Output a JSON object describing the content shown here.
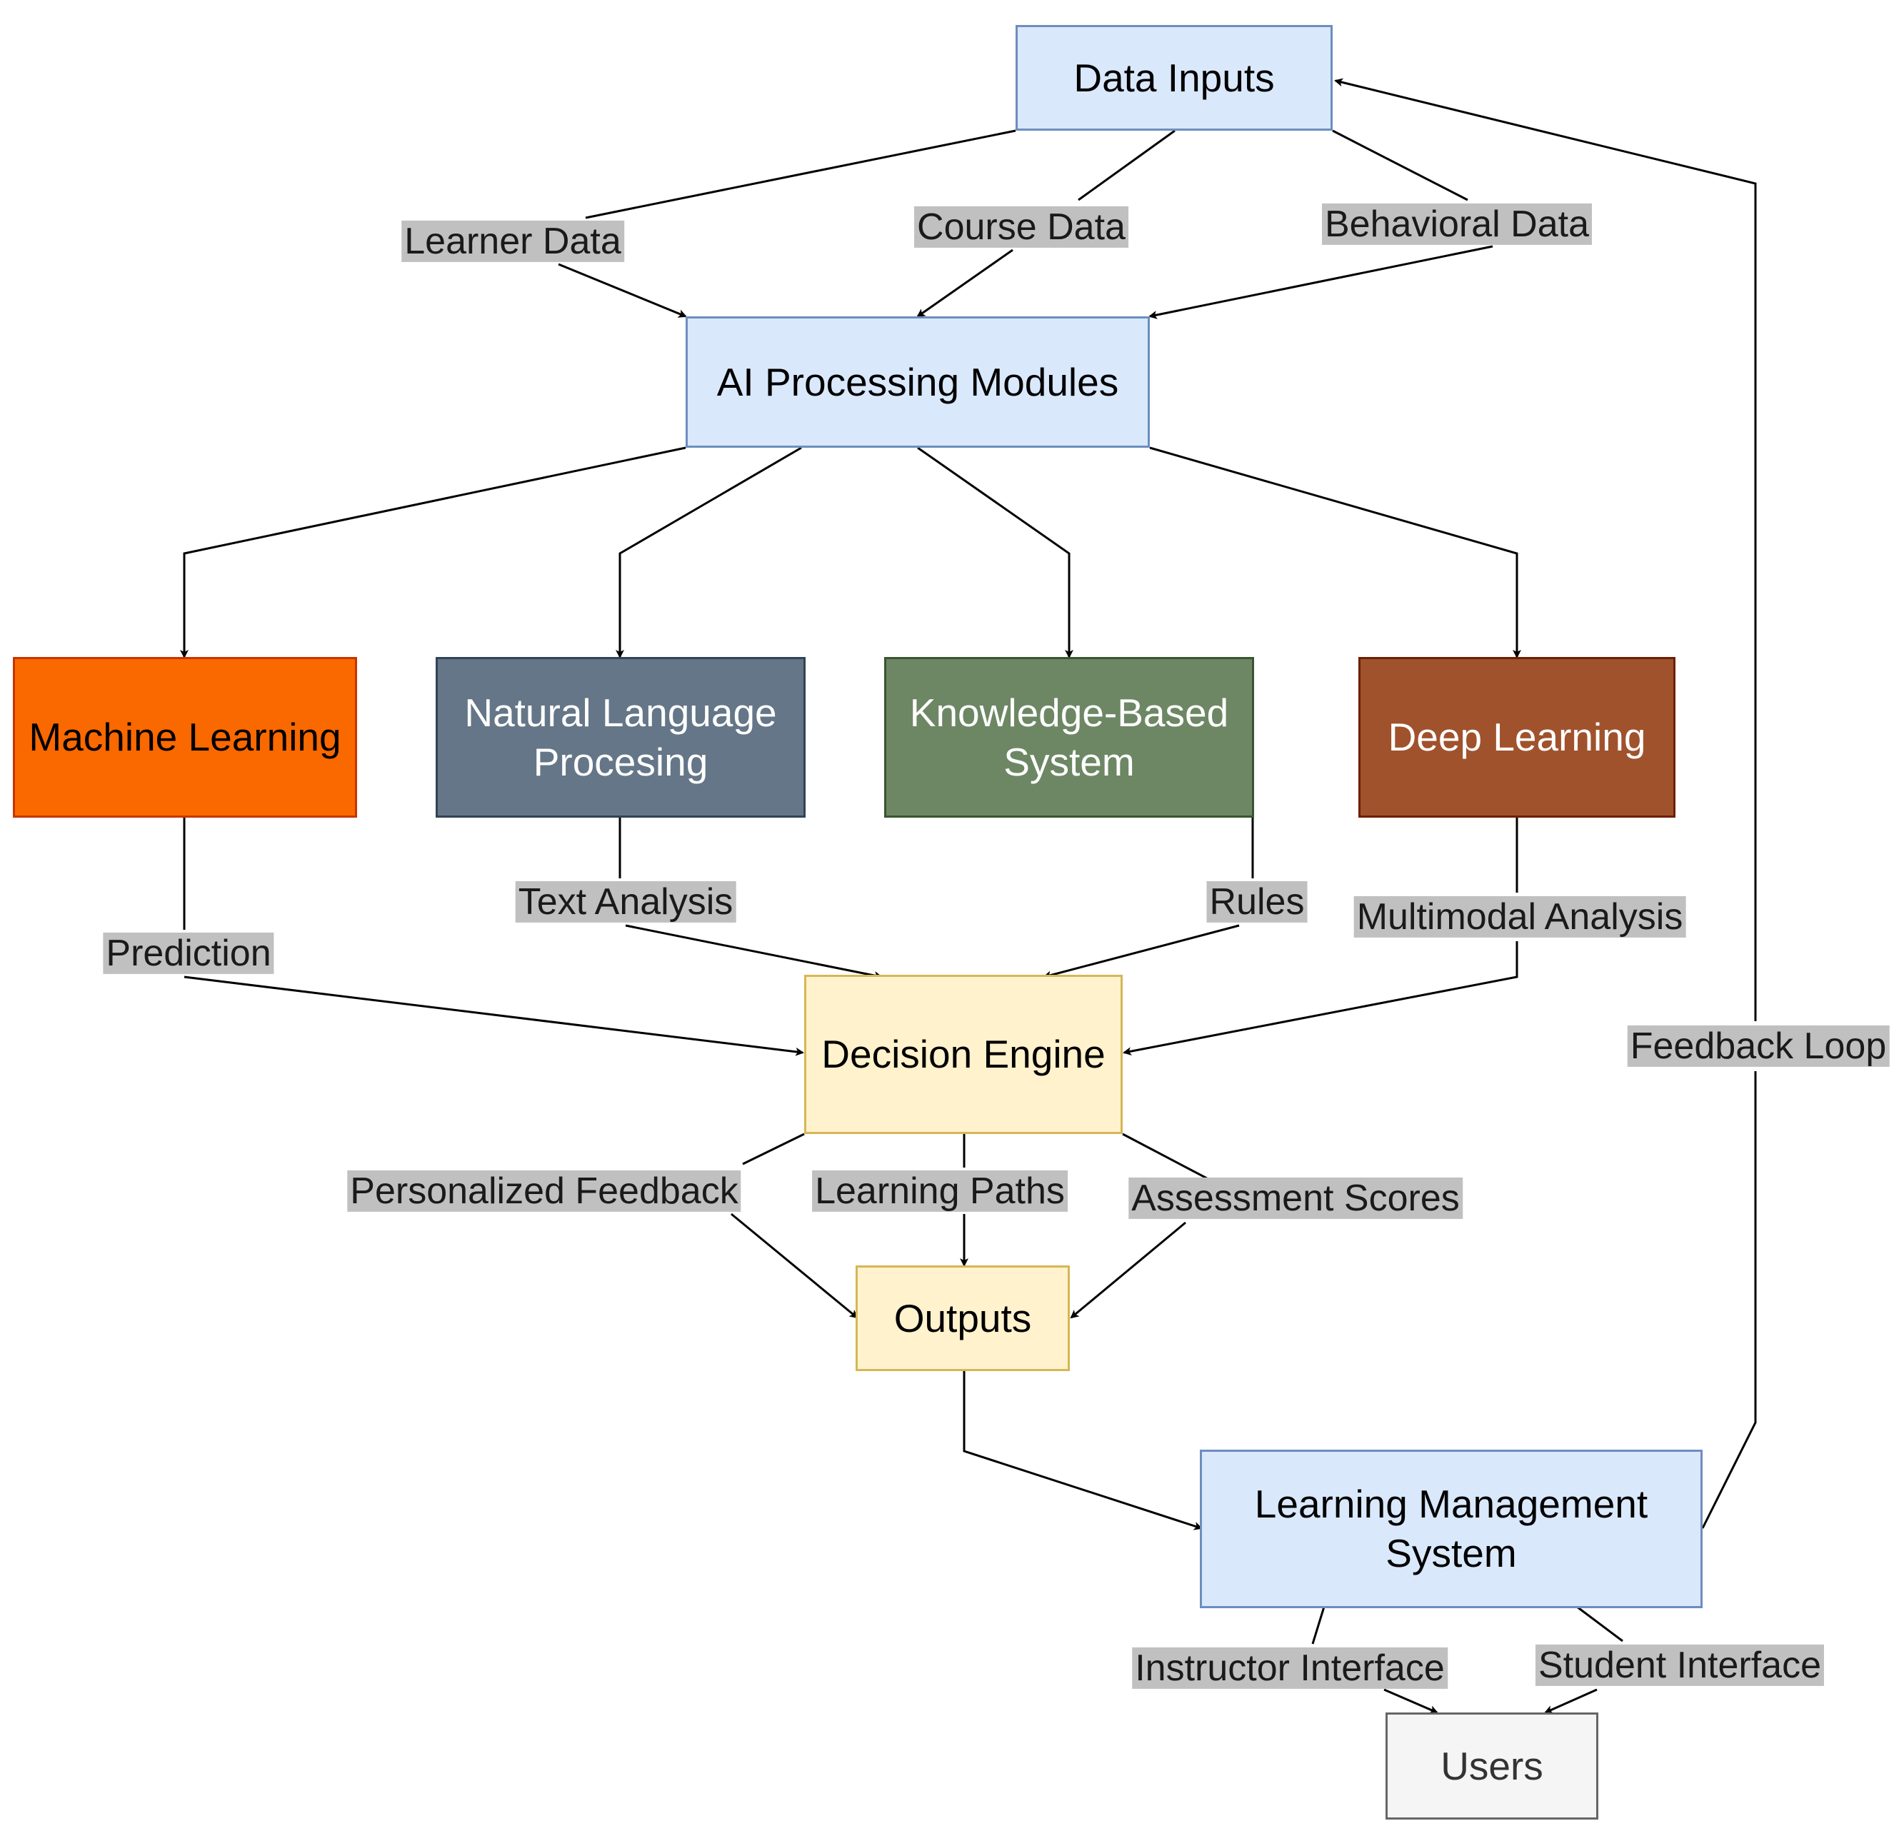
{
  "nodes": {
    "data_inputs": "Data Inputs",
    "ai_processing": "AI Processing Modules",
    "machine_learning": "Machine Learning",
    "nlp": "Natural Language\nProcesing",
    "knowledge_based": "Knowledge-Based\nSystem",
    "deep_learning": "Deep Learning",
    "decision_engine": "Decision Engine",
    "outputs": "Outputs",
    "lms": "Learning Management\nSystem",
    "users": "Users"
  },
  "edges": {
    "learner_data": "Learner Data",
    "course_data": "Course Data",
    "behavioral_data": "Behavioral Data",
    "prediction": "Prediction",
    "text_analysis": "Text Analysis",
    "rules": "Rules",
    "multimodal_analysis": "Multimodal Analysis",
    "personalized_feedback": "Personalized Feedback",
    "learning_paths": "Learning Paths",
    "assessment_scores": "Assessment Scores",
    "instructor_interface": "Instructor Interface",
    "student_interface": "Student Interface",
    "feedback_loop": "Feedback Loop"
  },
  "colors": {
    "line": "#000000",
    "label_bg": "#c0c0c0"
  }
}
